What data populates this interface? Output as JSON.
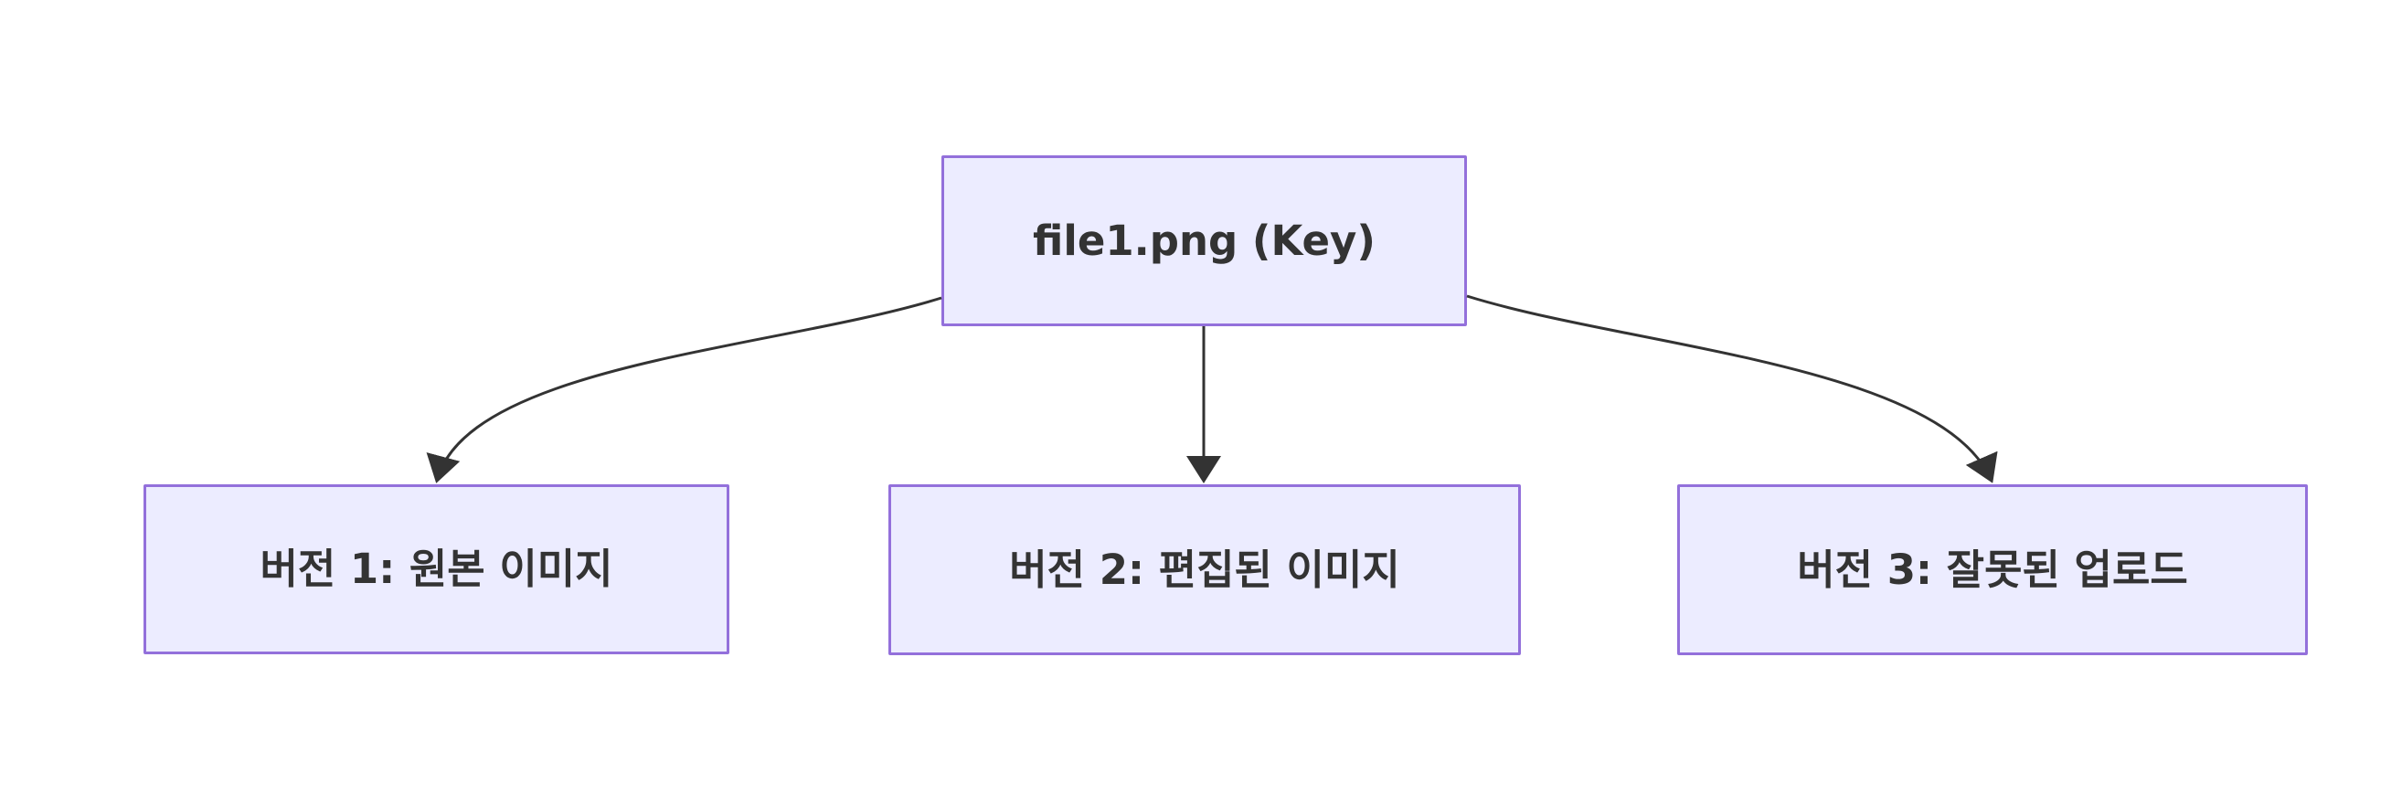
{
  "diagram": {
    "type": "flowchart",
    "direction": "top-down",
    "background_color": "#ffffff",
    "node_fill_color": "#ECECFF",
    "node_border_color": "#9370DB",
    "node_text_color": "#333333",
    "edge_color": "#333333",
    "nodes": {
      "root": {
        "label": "file1.png (Key)"
      },
      "v1": {
        "label": "버전 1: 원본 이미지"
      },
      "v2": {
        "label": "버전 2: 편집된 이미지"
      },
      "v3": {
        "label": "버전 3: 잘못된 업로드"
      }
    },
    "edges": [
      {
        "from": "file1.png (Key)",
        "to": "버전 1: 원본 이미지",
        "style": "arrow"
      },
      {
        "from": "file1.png (Key)",
        "to": "버전 2: 편집된 이미지",
        "style": "arrow"
      },
      {
        "from": "file1.png (Key)",
        "to": "버전 3: 잘못된 업로드",
        "style": "arrow"
      }
    ]
  }
}
